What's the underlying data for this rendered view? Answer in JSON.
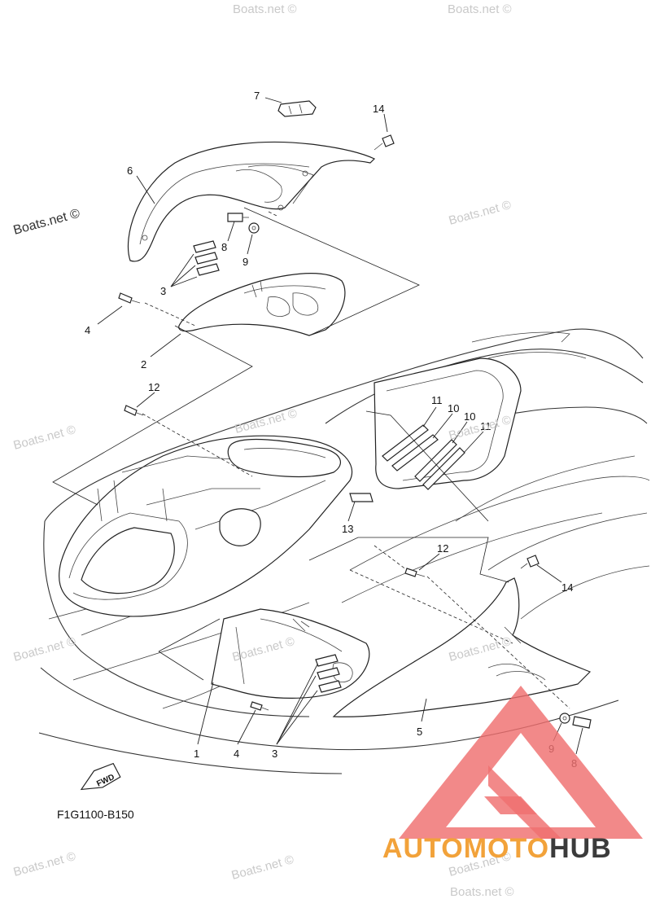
{
  "watermarks": [
    "Boats.net ©",
    "Boats.net ©",
    "Boats.net ©",
    "Boats.net ©",
    "Boats.net ©",
    "Boats.net ©",
    "Boats.net ©",
    "Boats.net ©",
    "Boats.net ©",
    "Boats.net ©",
    "Boats.net ©",
    "Boats.net ©",
    "Boats.net ©"
  ],
  "dark_watermark": "Boats.net ©",
  "callouts": [
    "7",
    "14",
    "6",
    "8",
    "9",
    "3",
    "4",
    "2",
    "12",
    "11",
    "10",
    "10",
    "11",
    "13",
    "12",
    "14",
    "1",
    "4",
    "3",
    "5",
    "9",
    "8"
  ],
  "figure_code": "F1G1100-B150",
  "fwd_label": "FWD",
  "brand": {
    "part1": "AUTOMOTO",
    "part2": "HUB",
    "color_orange": "#f2a23a",
    "color_pink": "#f07a7a",
    "color_dark": "#3b3b3b",
    "triangle_color": "#ef6f6f"
  }
}
